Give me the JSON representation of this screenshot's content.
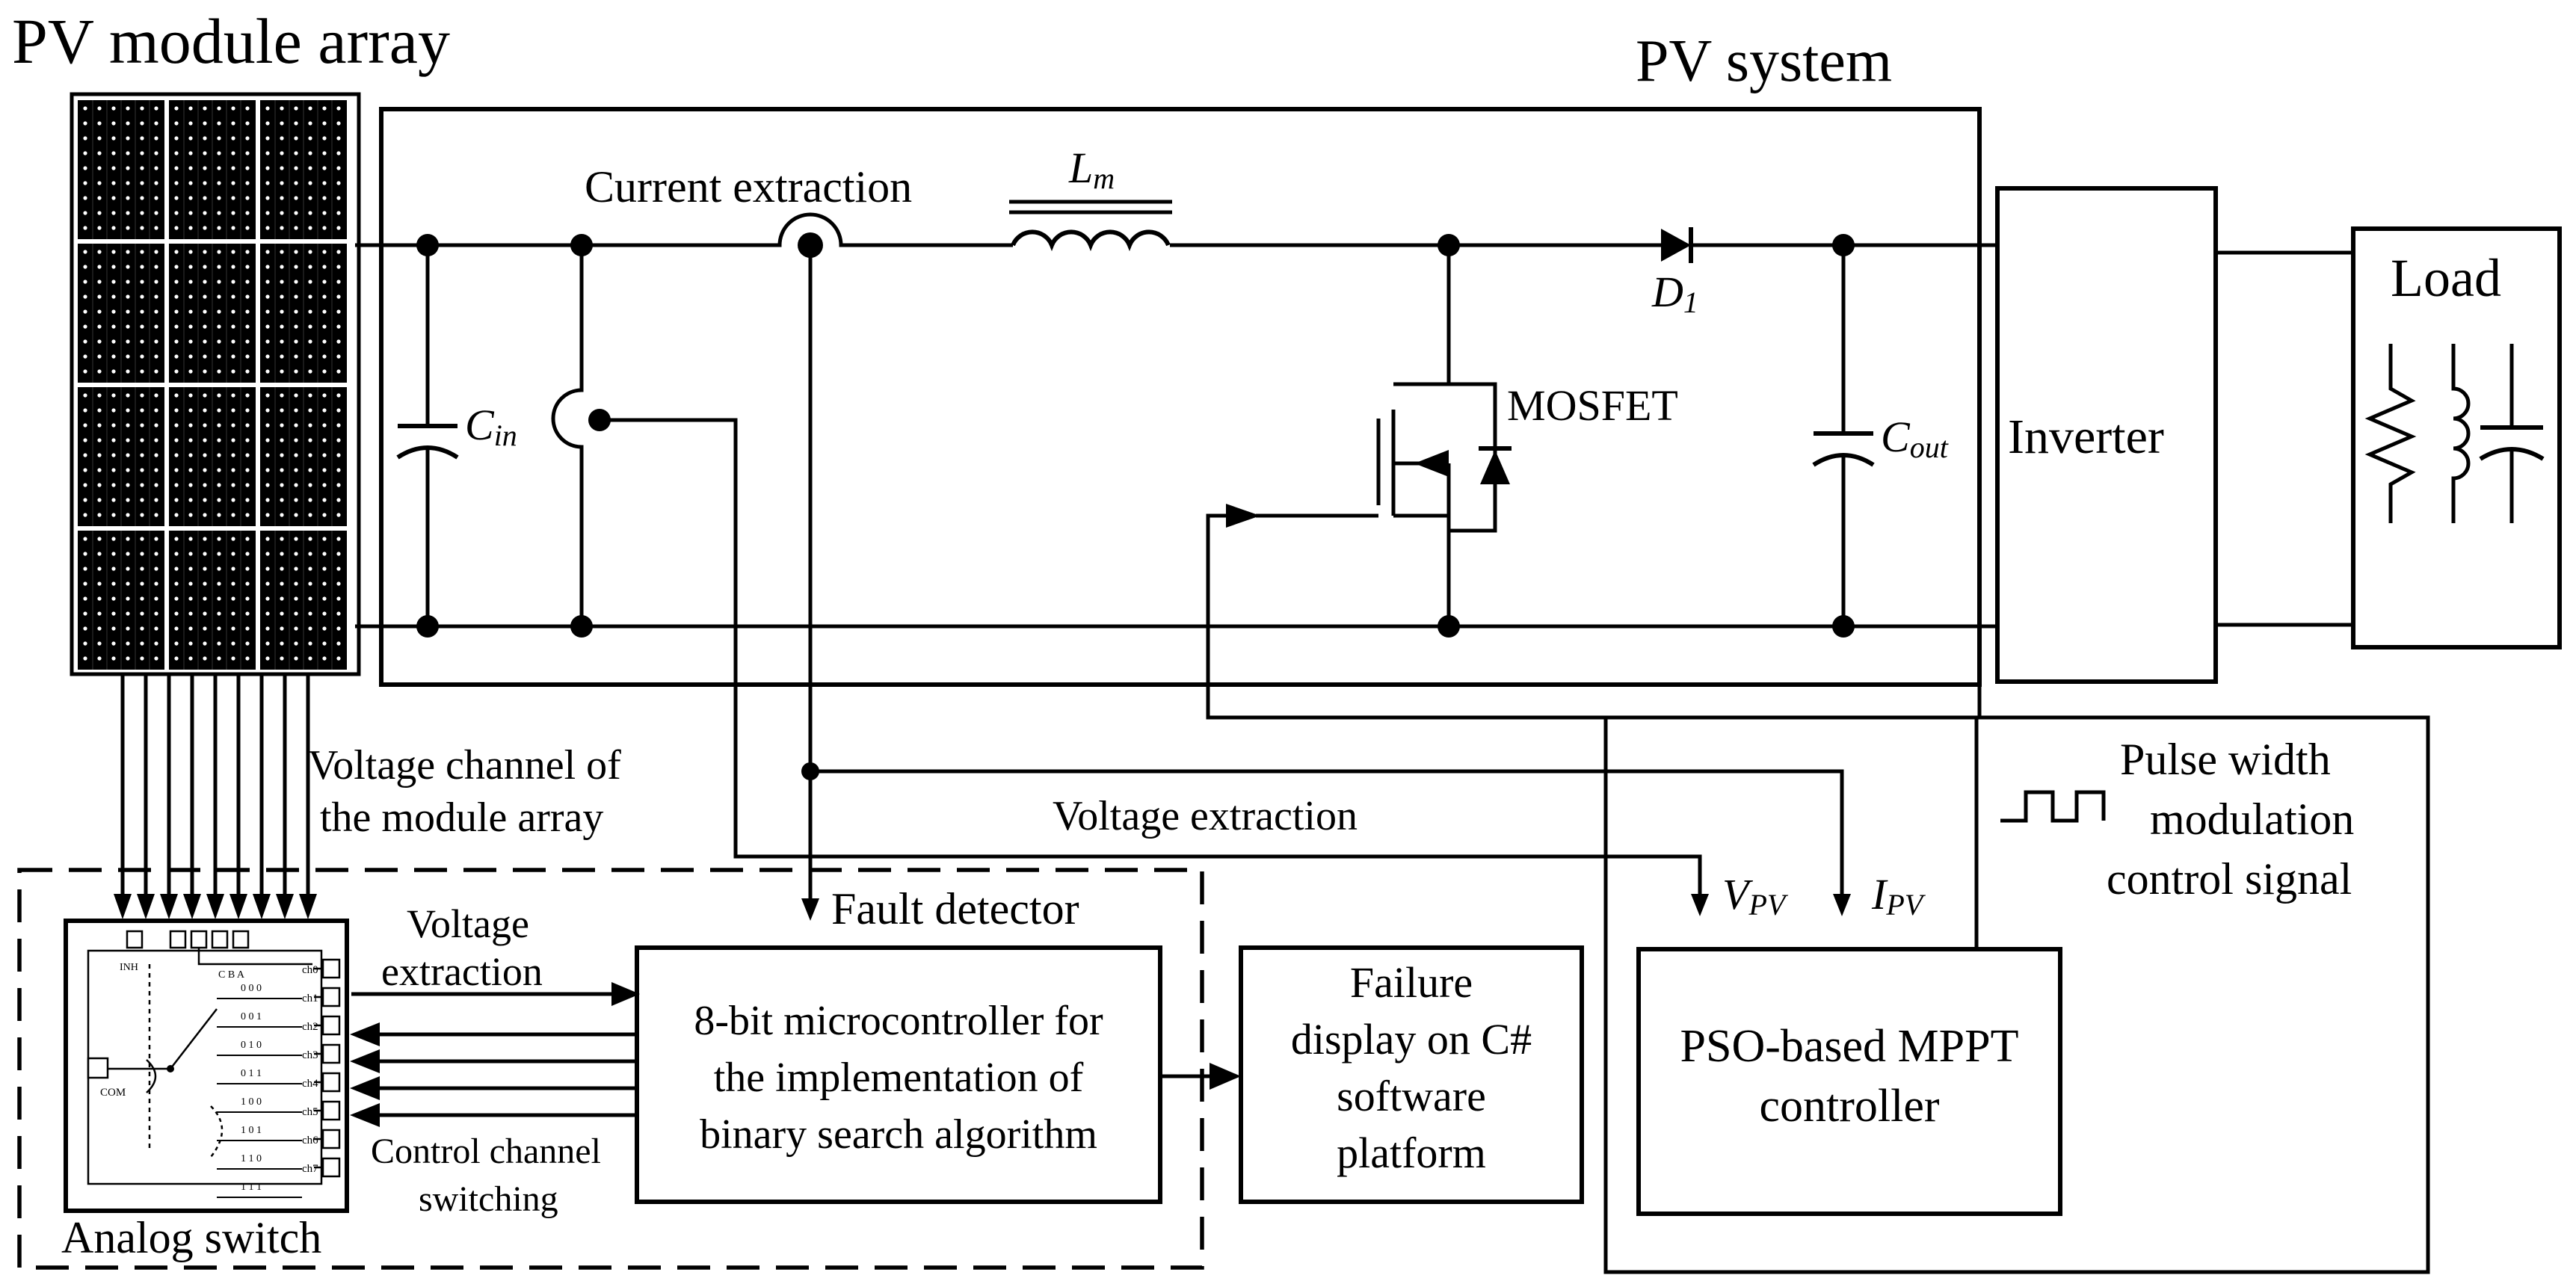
{
  "labels": {
    "pv_module_array": "PV module array",
    "pv_system": "PV system",
    "current_extraction": "Current extraction",
    "inductor": "L",
    "inductor_sub": "m",
    "diode": "D",
    "diode_sub": "1",
    "mosfet": "MOSFET",
    "cin": "C",
    "cin_sub": "in",
    "cout": "C",
    "cout_sub": "out",
    "inverter": "Inverter",
    "load": "Load",
    "voltage_channel_line1": "Voltage channel of",
    "voltage_channel_line2": "the module array",
    "voltage_extraction_main": "Voltage extraction",
    "voltage_extraction_left_line1": "Voltage",
    "voltage_extraction_left_line2": "extraction",
    "fault_detector": "Fault detector",
    "mcu_line1": "8-bit microcontroller for",
    "mcu_line2": "the implementation of",
    "mcu_line3": "binary search algorithm",
    "failure_line1": "Failure",
    "failure_line2": "display on C#",
    "failure_line3": "software",
    "failure_line4": "platform",
    "vpv": "V",
    "vpv_sub": "PV",
    "ipv": "I",
    "ipv_sub": "PV",
    "mppt_line1": "PSO-based MPPT",
    "mppt_line2": "controller",
    "pwm_line1": "Pulse width",
    "pwm_line2": "modulation",
    "pwm_line3": "control signal",
    "control_channel_line1": "Control channel",
    "control_channel_line2": "switching",
    "analog_switch": "Analog switch"
  },
  "analog_switch_chip": {
    "inh": "INH",
    "cba": "C B A",
    "com": "COM",
    "channels": [
      "ch0",
      "ch1",
      "ch2",
      "ch3",
      "ch4",
      "ch5",
      "ch6",
      "ch7"
    ],
    "codes": [
      "0 0 0",
      "0 0 1",
      "0 1 0",
      "0 1 1",
      "1 0 0",
      "1 0 1",
      "1 1 0",
      "1 1 1"
    ]
  }
}
